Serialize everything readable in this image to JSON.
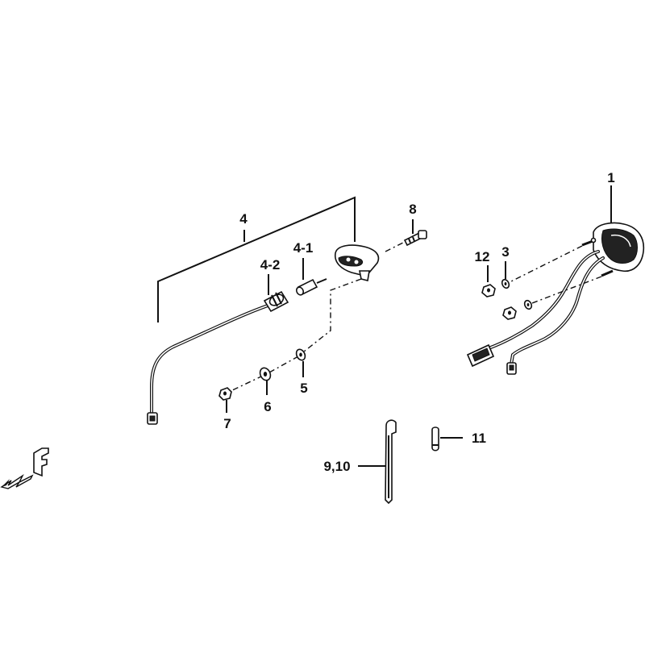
{
  "diagram": {
    "callouts": {
      "p1": "1",
      "p3": "3",
      "p4": "4",
      "p4_1": "4-1",
      "p4_2": "4-2",
      "p5": "5",
      "p6": "6",
      "p7": "7",
      "p8": "8",
      "p9_10": "9,10",
      "p11": "11",
      "p12": "12"
    },
    "direction_marker": "F"
  }
}
